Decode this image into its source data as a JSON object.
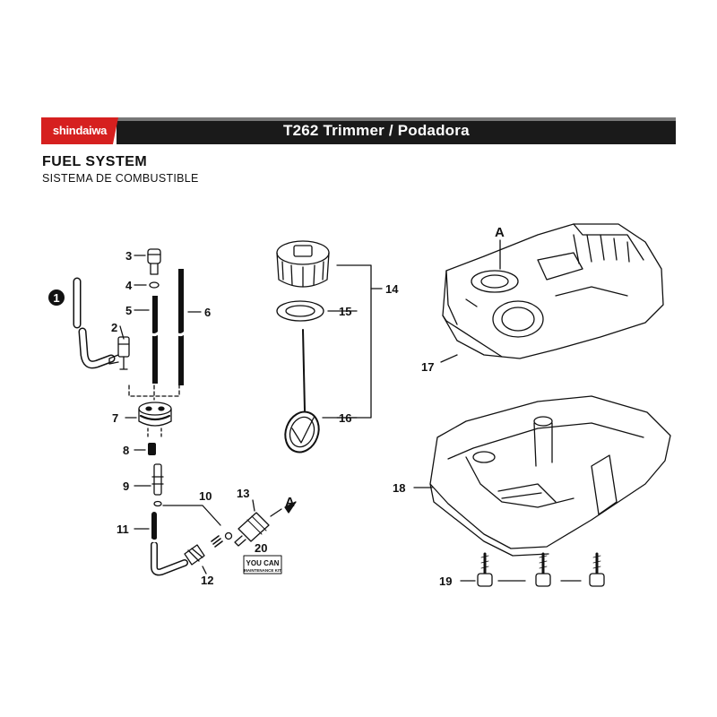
{
  "header": {
    "brand": "shindaiwa",
    "model_title": "T262 Trimmer / Podadora"
  },
  "section": {
    "title": "FUEL SYSTEM",
    "subtitle": "SISTEMA DE COMBUSTIBLE"
  },
  "callouts": {
    "p1": "1",
    "p2": "2",
    "p3": "3",
    "p4": "4",
    "p5": "5",
    "p6": "6",
    "p7": "7",
    "p8": "8",
    "p9": "9",
    "p10": "10",
    "p11": "11",
    "p12": "12",
    "p13": "13",
    "p14": "14",
    "p15": "15",
    "p16": "16",
    "p17": "17",
    "p18": "18",
    "p19": "19",
    "p20": "20",
    "ref_a_hose": "A",
    "ref_a_tank": "A"
  },
  "kit_badge": {
    "line1": "YOU CAN",
    "line2": "MAINTENANCE KIT"
  },
  "colors": {
    "brand_red": "#d6201f",
    "header_black": "#1a1a1a",
    "line": "#111111"
  }
}
